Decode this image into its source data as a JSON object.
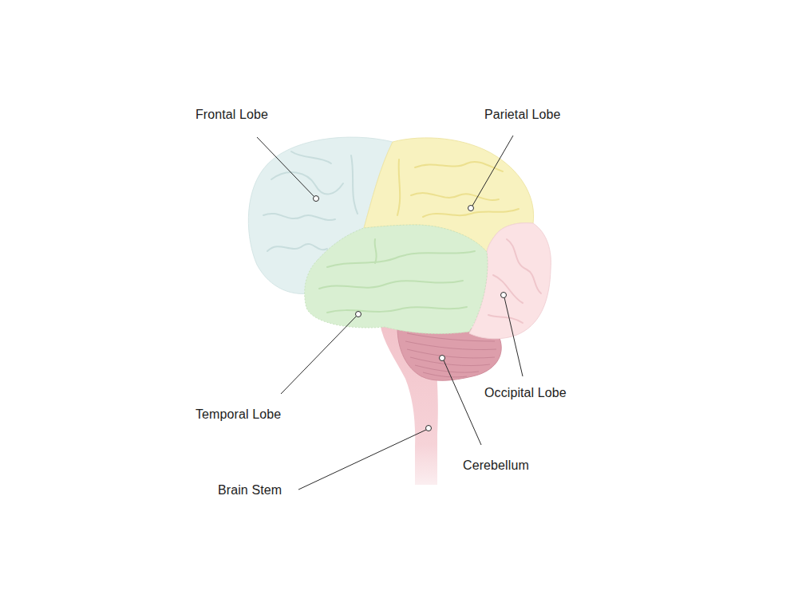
{
  "diagram": {
    "labels": [
      "Frontal Lobe",
      "Parietal Lobe",
      "Temporal Lobe",
      "Occipital Lobe",
      "Cerebellum",
      "Brain Stem"
    ]
  }
}
